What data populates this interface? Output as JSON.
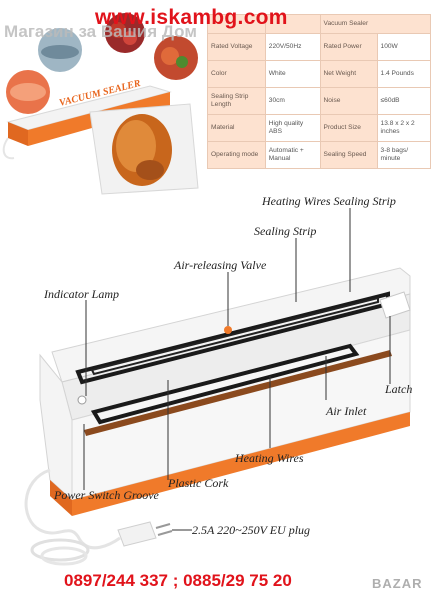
{
  "watermark": {
    "url": "www.iskambg.com",
    "shop": "Магазин за Вашия Дом"
  },
  "photo": {
    "brand": "VACUUM SEALER"
  },
  "spec_table": {
    "header_value": "Vacuum Sealer",
    "rows": [
      {
        "k1": "Rated Voltage",
        "v1": "220V/50Hz",
        "k2": "Rated Power",
        "v2": "100W"
      },
      {
        "k1": "Color",
        "v1": "White",
        "k2": "Net Weight",
        "v2": "1.4 Pounds"
      },
      {
        "k1": "Sealing Strip Length",
        "v1": "30cm",
        "k2": "Noise",
        "v2": "≤60dB"
      },
      {
        "k1": "Material",
        "v1": "High quality ABS",
        "k2": "Product Size",
        "v2": "13.8 x 2 x 2 inches"
      },
      {
        "k1": "Operating mode",
        "v1": "Automatic + Manual",
        "k2": "Sealing Speed",
        "v2": "3-8 bags/ minute"
      }
    ]
  },
  "labels": {
    "heating_wires_sealing_strip": "Heating Wires Sealing Strip",
    "sealing_strip": "Sealing Strip",
    "air_releasing_valve": "Air-releasing Valve",
    "indicator_lamp": "Indicator Lamp",
    "latch": "Latch",
    "air_inlet": "Air Inlet",
    "heating_wires": "Heating Wires",
    "plastic_cork": "Plastic Cork",
    "power_switch_groove": "Power Switch Groove",
    "plug": "2.5A 220~250V EU plug"
  },
  "footer": {
    "phones": "0897/244 337 ; 0885/29 75 20",
    "badge": "BAZAR"
  },
  "colors": {
    "accent": "#f07a2a",
    "watermark_red": "#e1131b",
    "table_header": "#fde2d0"
  }
}
